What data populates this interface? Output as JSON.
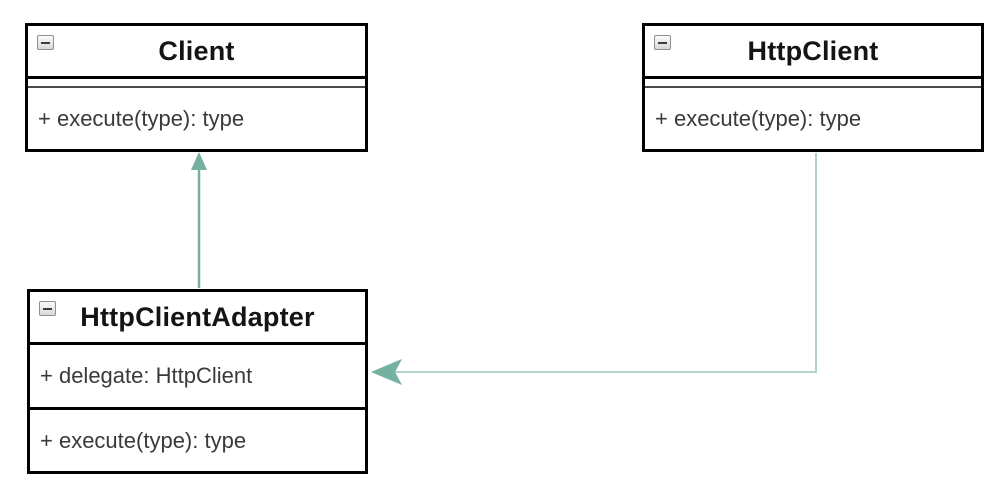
{
  "diagram": {
    "type": "uml-class-diagram",
    "background": "#ffffff",
    "classes": [
      {
        "title": "Client",
        "collapse_icon": "minus-icon",
        "attributes": [],
        "methods": [
          "+ execute(type): type"
        ]
      },
      {
        "title": "HttpClient",
        "collapse_icon": "minus-icon",
        "attributes": [],
        "methods": [
          "+ execute(type): type"
        ]
      },
      {
        "title": "HttpClientAdapter",
        "collapse_icon": "minus-icon",
        "attributes": [
          "+ delegate: HttpClient"
        ],
        "methods": [
          "+ execute(type): type"
        ]
      }
    ],
    "relations": [
      {
        "from": "HttpClientAdapter",
        "to": "Client",
        "style": "solid-teal-arrow-up"
      },
      {
        "from": "HttpClient",
        "to": "HttpClientAdapter",
        "style": "thin-teal-elbow-arrow"
      }
    ],
    "colors": {
      "arrow_stroke": "#76b0a0",
      "connector_stroke": "#9cc6ba",
      "arrowhead_fill": "#76b0a0",
      "box_border": "#000000",
      "box_fill": "#ffffff",
      "title_text": "#141414",
      "member_text": "#3a3a3a"
    }
  }
}
